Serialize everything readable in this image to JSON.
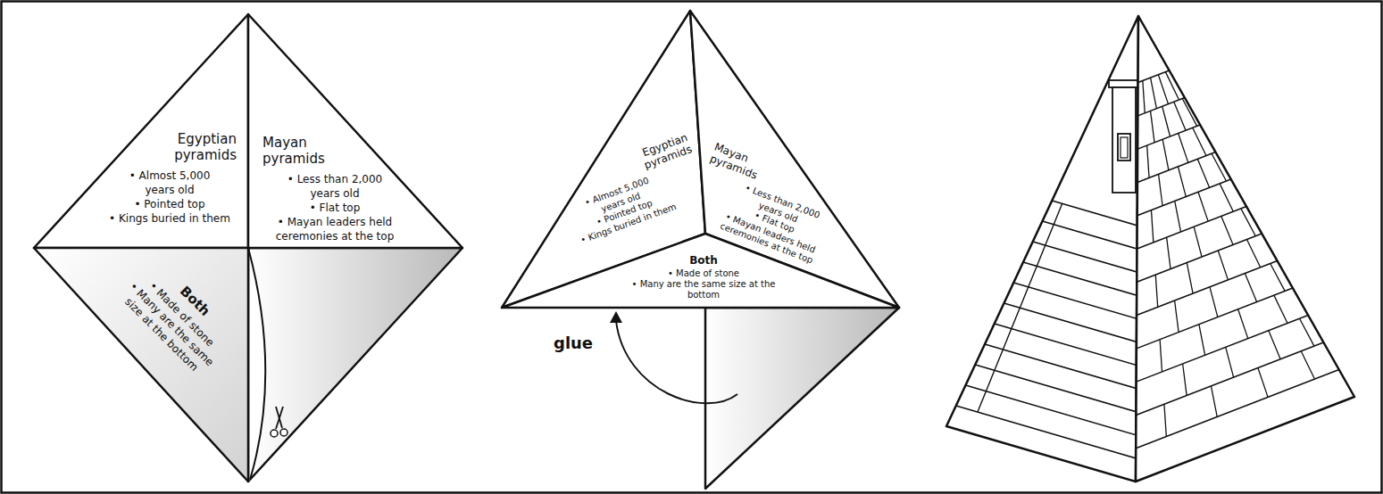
{
  "diagram": {
    "nodes": [
      {
        "text": [
          "Egyptian pyramids",
          "• Almost 5,000 years old",
          "• Pointed top",
          "• Kings buried in them"
        ]
      },
      {
        "text": [
          "Mayan pyramids",
          "• Less than 2,000 years old",
          "• Flat top",
          "• Mayan leaders held ceremonies at the top"
        ]
      },
      {
        "text": [
          "Both",
          "• Made of stone",
          "• Many are the same size at the bottom"
        ]
      },
      {
        "text": [
          "Egyptian pyramids",
          "• Almost 5,000 years old",
          "• Pointed top",
          "• Kings buried in them"
        ]
      },
      {
        "text": [
          "Mayan pyramids",
          "• Less than 2,000 years old",
          "• Flat top",
          "• Mayan leaders held ceremonies at the top"
        ]
      },
      {
        "text": [
          "Both",
          "• Made of stone",
          "• Many are the same size at the bottom"
        ]
      }
    ],
    "labels": [
      "glue"
    ]
  }
}
